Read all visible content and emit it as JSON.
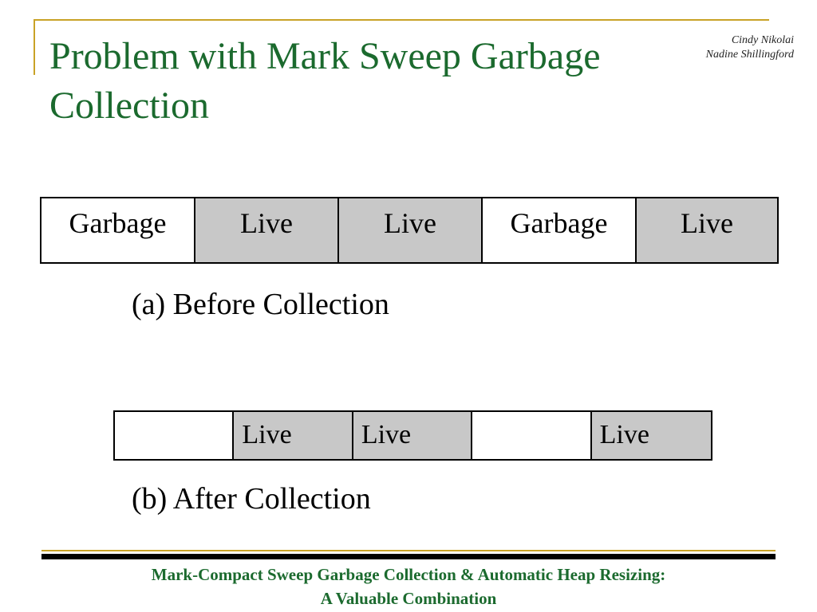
{
  "slide": {
    "title": "Problem with Mark Sweep Garbage Collection",
    "authors": [
      "Cindy Nikolai",
      "Nadine Shillingford"
    ]
  },
  "before": {
    "cells": [
      {
        "label": "Garbage",
        "kind": "garbage"
      },
      {
        "label": "Live",
        "kind": "live"
      },
      {
        "label": "Live",
        "kind": "live"
      },
      {
        "label": "Garbage",
        "kind": "garbage"
      },
      {
        "label": "Live",
        "kind": "live"
      }
    ],
    "caption": "(a) Before Collection"
  },
  "after": {
    "cells": [
      {
        "label": "",
        "kind": "empty"
      },
      {
        "label": "Live",
        "kind": "live"
      },
      {
        "label": "Live",
        "kind": "live"
      },
      {
        "label": "",
        "kind": "empty"
      },
      {
        "label": "Live",
        "kind": "live"
      }
    ],
    "caption": "(b) After Collection"
  },
  "footer": {
    "line1": "Mark-Compact Sweep Garbage Collection & Automatic Heap Resizing:",
    "line2": "A Valuable Combination"
  },
  "colors": {
    "title": "#1b6a2e",
    "accent_rule": "#c9a227",
    "live_fill": "#c8c8c8"
  }
}
